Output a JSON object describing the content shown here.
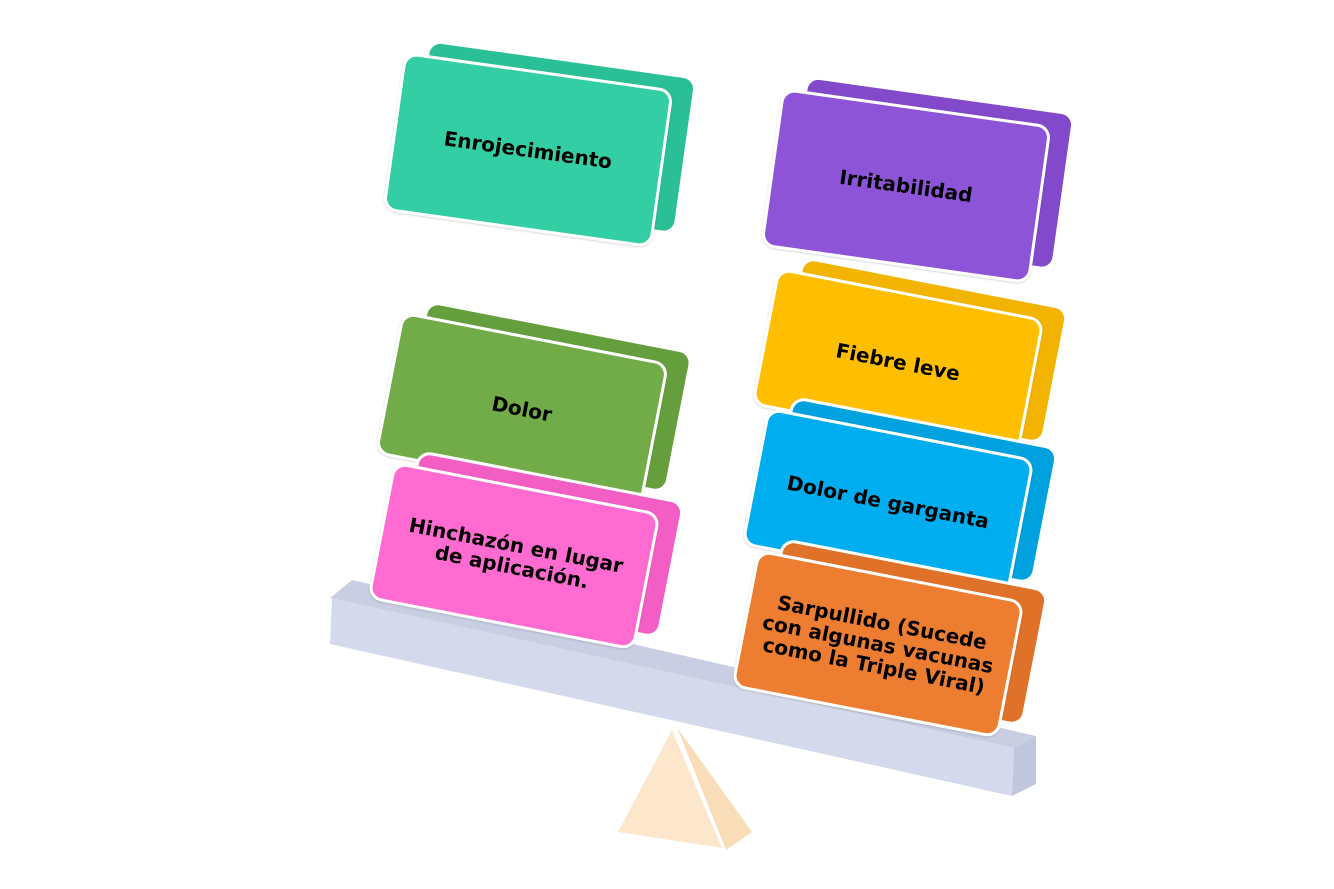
{
  "diagram": {
    "left_items": [
      {
        "id": "enrojecimiento",
        "label": "Enrojecimiento",
        "color": "#33CEA3",
        "back": "#2BBF95"
      },
      {
        "id": "dolor",
        "label": "Dolor",
        "color": "#72AC48",
        "back": "#659E3D"
      },
      {
        "id": "hinchazon",
        "label": "Hinchazón en lugar de aplicación.",
        "color": "#FF6BD0",
        "back": "#F25EC4"
      }
    ],
    "right_items": [
      {
        "id": "irritabilidad",
        "label": "Irritabilidad",
        "color": "#8E54D8",
        "back": "#824ACB"
      },
      {
        "id": "fiebre-leve",
        "label": "Fiebre leve",
        "color": "#FFBF00",
        "back": "#F2B400"
      },
      {
        "id": "dolor-garganta",
        "label": "Dolor de garganta",
        "color": "#00AEEF",
        "back": "#00A1DF"
      },
      {
        "id": "sarpullido",
        "label": "Sarpullido (Sucede con algunas vacunas como la Triple Viral)",
        "color": "#ED7D31",
        "back": "#DF7128"
      }
    ],
    "beam_color": "#D5D9EC",
    "fulcrum_color": "#FCE7CD"
  }
}
